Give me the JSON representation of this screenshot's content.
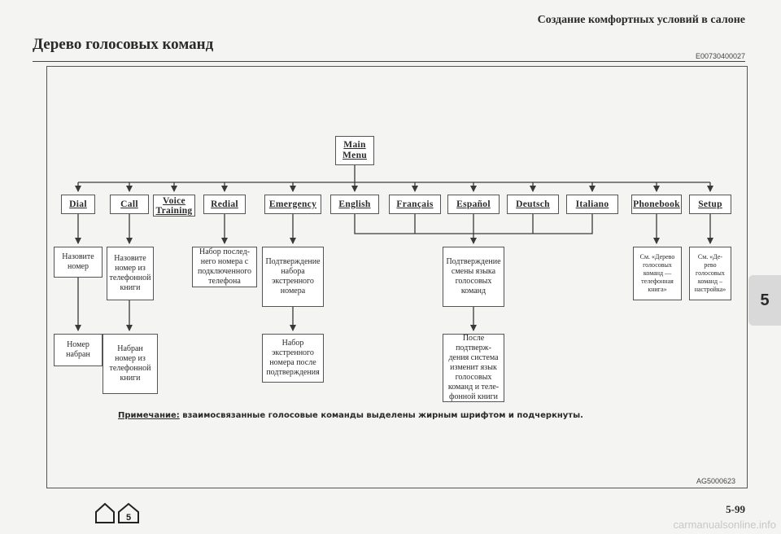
{
  "header": {
    "section_title": "Создание комфортных условий в салоне"
  },
  "page_title": "Дерево голосовых команд",
  "doc_code": "E00730400027",
  "diagram": {
    "root": "Main Menu",
    "commands": [
      "Dial",
      "Call",
      "Voice Training",
      "Redial",
      "Emergency",
      "English",
      "Français",
      "Español",
      "Deutsch",
      "Italiano",
      "Phonebook",
      "Setup"
    ],
    "descriptions": {
      "dial_1": "Назовите\nномер",
      "dial_2": "Номер\nнабран",
      "call_1": "Назовите\nномер из\nтелефонной\nкниги",
      "call_2": "Набран\nномер из\nтелефонной\nкниги",
      "redial_1": "Набор послед-\nнего номера с\nподключенного\nтелефона",
      "emergency_1": "Подтверждение\nнабора\nэкстренного\nномера",
      "emergency_2": "Набор\nэкстренного\nномера после\nподтверждения",
      "language_1": "Подтверждение\nсмены языка\nголосовых\nкоманд",
      "language_2": "После подтверж-\nдения система\nизменит язык\nголосовых\nкоманд и теле-\nфонной книги",
      "phonebook_1": "См. «Дерево\nголосовых\nкоманд —\nтелефонная\nкнига»",
      "setup_1": "См. «Де-\nрево\nголосовых\nкоманд –\nнастройка»"
    }
  },
  "note": {
    "label": "Примечание:",
    "text": " взаимосвязанные голосовые команды выделены жирным шрифтом и подчеркнуты."
  },
  "image_code": "AG5000623",
  "page_number": "5-99",
  "chapter_tab": "5",
  "watermark": "carmanualsonline.info"
}
